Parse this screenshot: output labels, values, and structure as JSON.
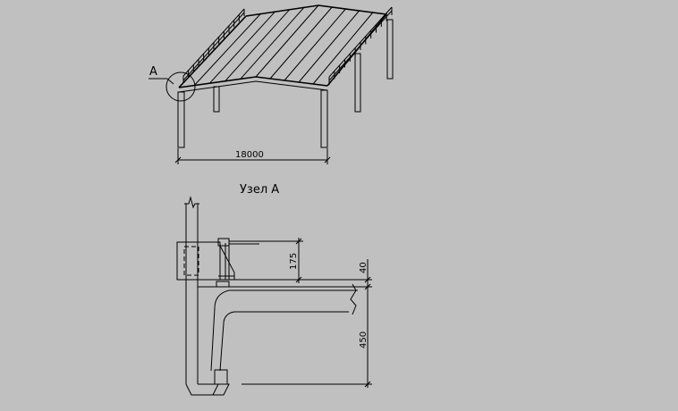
{
  "labels": {
    "node_marker": "А",
    "node_title": "Узел А"
  },
  "dimensions": {
    "span": "18000",
    "dim_175": "175",
    "dim_40": "40",
    "dim_450": "450"
  },
  "colors": {
    "background": "#c0c0c0",
    "line": "#000000"
  }
}
